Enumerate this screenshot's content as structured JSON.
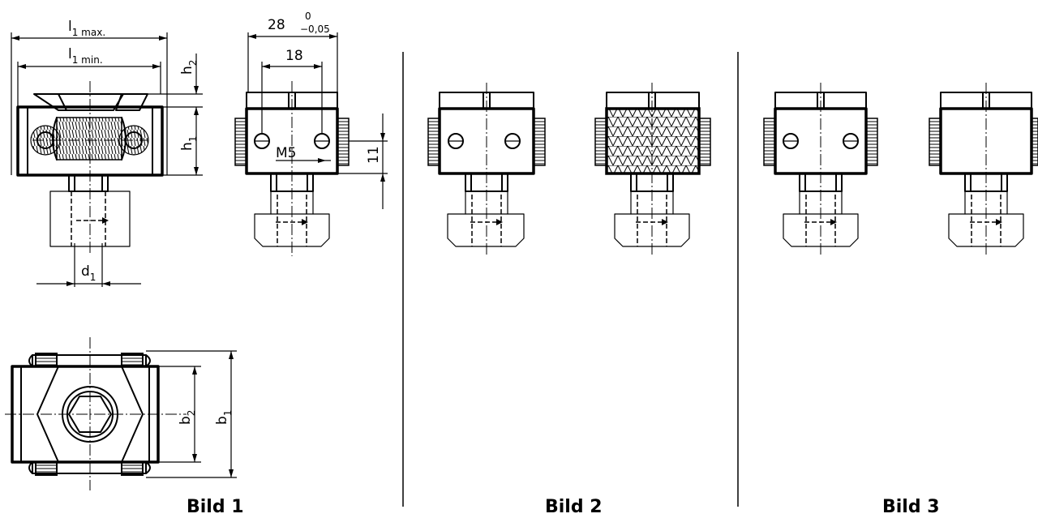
{
  "captions": {
    "bild1": "Bild 1",
    "bild2": "Bild 2",
    "bild3": "Bild 3"
  },
  "dimensions": {
    "l1max": {
      "main": "l",
      "sub": "1 max."
    },
    "l1min": {
      "main": "l",
      "sub": "1 min."
    },
    "h2": {
      "main": "h",
      "sub": "2"
    },
    "h1": {
      "main": "h",
      "sub": "1"
    },
    "d1": {
      "main": "d",
      "sub": "1"
    },
    "b2": {
      "main": "b",
      "sub": "2"
    },
    "b1": {
      "main": "b",
      "sub": "1"
    },
    "width28": {
      "main": "28",
      "upper": "0",
      "lower": "−0,05"
    },
    "width18": "18",
    "thread": "M5",
    "height11": "11"
  }
}
